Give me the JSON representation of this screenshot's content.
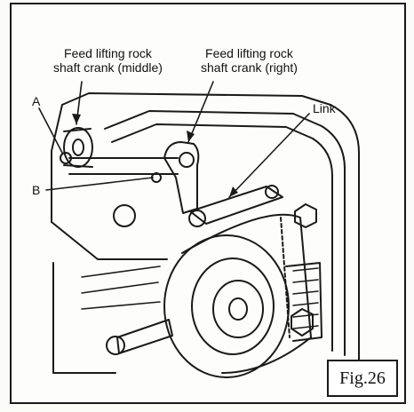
{
  "labels": {
    "crank_middle_line1": "Feed lifting rock",
    "crank_middle_line2": "shaft crank (middle)",
    "crank_right_line1": "Feed lifting rock",
    "crank_right_line2": "shaft crank (right)",
    "link": "Link",
    "a": "A",
    "b": "B"
  },
  "figure": {
    "caption": "Fig.26"
  }
}
